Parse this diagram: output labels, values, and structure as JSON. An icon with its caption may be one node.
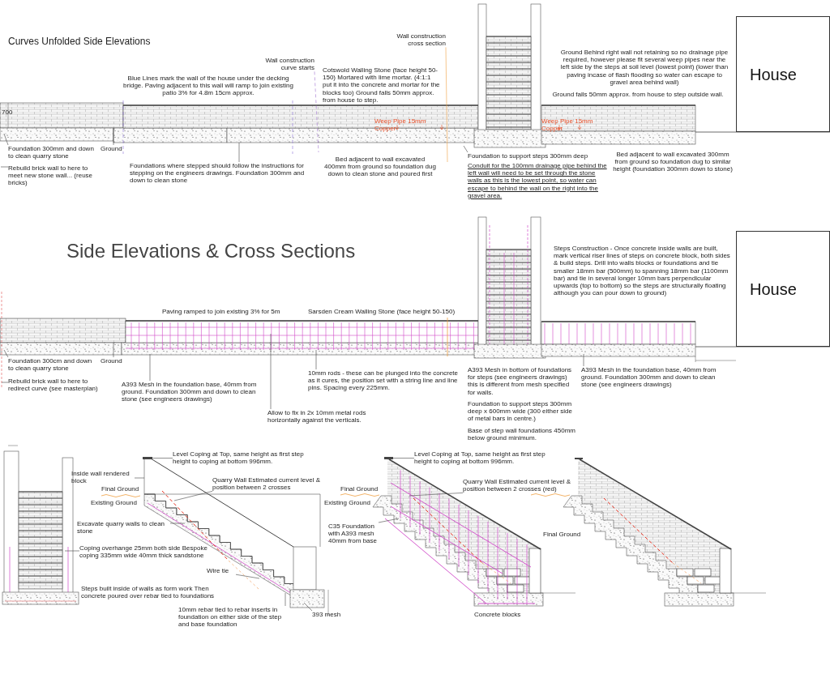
{
  "diagram": {
    "nodes": [
      {
        "text": [
          "House"
        ]
      },
      {
        "text": [
          "House"
        ]
      },
      {
        "text": [
          "Wall construction cross section"
        ]
      },
      {
        "text": [
          "Wall construction curve starts"
        ]
      },
      {
        "text": [
          "Foundation 300mm and down to clean quarry stone"
        ]
      },
      {
        "text": [
          "Ground"
        ]
      },
      {
        "text": [
          "Rebuild brick wall to here to meet new stone wall... (reuse bricks)"
        ]
      },
      {
        "text": [
          "Foundations where stepped should follow the instructions for stepping on the engineers drawings. Foundation 300mm and down to clean stone"
        ]
      },
      {
        "text": [
          "Foundation to support steps 300mm deep"
        ]
      },
      {
        "text": [
          "Foundation 300cm and down to clean quarry stone"
        ]
      },
      {
        "text": [
          "Ground"
        ]
      },
      {
        "text": [
          "Rebuild brick wall to here to redirect curve (see masterplan)"
        ]
      },
      {
        "text": [
          "A393 Mesh in the foundation base, 40mm from ground. Foundation 300mm and down to clean stone (see engineers drawings)"
        ]
      },
      {
        "text": [
          "Allow to fix in 2x 10mm metal rods horizontally against the verticals."
        ]
      },
      {
        "text": [
          "10mm rods - these can be plunged into the concrete as it cures, the position set with a string line and line pins. Spacing every 225mm."
        ]
      },
      {
        "text": [
          "A393 Mesh in the foundation base, 40mm from ground. Foundation 300mm and down to clean stone (see engineers drawings)"
        ]
      },
      {
        "text": [
          "Level Coping at Top, same height as first step height to coping at bottom 996mm."
        ]
      },
      {
        "text": [
          "Inside wall rendered block"
        ]
      },
      {
        "text": [
          "Quarry Wall Estimated current level & position between 2 crosses"
        ]
      },
      {
        "text": [
          "Excavate quarry walls to clean stone"
        ]
      },
      {
        "text": [
          "Coping overhange 25mm both side Bespoke coping 335mm wide 40mm thick sandstone"
        ]
      },
      {
        "text": [
          "Wire tie"
        ]
      },
      {
        "text": [
          "10mm rebar tied to rebar inserts in foundation on either side of the step and base foundation"
        ]
      },
      {
        "text": [
          "393 mesh"
        ]
      },
      {
        "text": [
          "Level Coping at Top, same height as first step height to coping at bottom 996mm."
        ]
      },
      {
        "text": [
          "Quarry Wall Estimated current level & position between 2 crosses (red)"
        ]
      },
      {
        "text": [
          "C35 Foundation with A393 mesh 40mm from base"
        ]
      },
      {
        "text": [],
        "shape": "bar"
      },
      {
        "text": [],
        "shape": "bar"
      }
    ],
    "edges": [
      {
        "from": 2,
        "to": null,
        "arrow": "none",
        "color": "#f0a040"
      },
      {
        "from": 3,
        "to": null,
        "arrow": "none",
        "style": "dashed",
        "color": "#a070d0"
      },
      {
        "from": 4,
        "to": null,
        "arrow": "none"
      },
      {
        "from": 5,
        "to": null,
        "arrow": "none"
      },
      {
        "from": 6,
        "to": null,
        "arrow": "none"
      },
      {
        "from": 7,
        "to": null,
        "arrow": "none"
      },
      {
        "from": 8,
        "to": null,
        "arrow": "none"
      },
      {
        "from": 9,
        "to": null,
        "arrow": "none"
      },
      {
        "from": 10,
        "to": null,
        "arrow": "none"
      },
      {
        "from": 11,
        "to": null,
        "arrow": "none"
      },
      {
        "from": 12,
        "to": null,
        "arrow": "none"
      },
      {
        "from": 13,
        "to": null,
        "arrow": "none"
      },
      {
        "from": 14,
        "to": null,
        "arrow": "none"
      },
      {
        "from": 15,
        "to": null,
        "arrow": "none"
      },
      {
        "from": 16,
        "to": 27,
        "arrow": "none"
      },
      {
        "from": 17,
        "to": null,
        "arrow": "none"
      },
      {
        "from": 18,
        "to": null,
        "arrow": "none"
      },
      {
        "from": 19,
        "to": null,
        "arrow": "none"
      },
      {
        "from": 20,
        "to": null,
        "arrow": "none"
      },
      {
        "from": 21,
        "to": null,
        "arrow": "none"
      },
      {
        "from": 22,
        "to": null,
        "arrow": "none"
      },
      {
        "from": 23,
        "to": null,
        "arrow": "none"
      },
      {
        "from": 24,
        "to": 28,
        "arrow": "none"
      },
      {
        "from": 25,
        "to": null,
        "arrow": "none"
      },
      {
        "from": 26,
        "to": null,
        "arrow": "none"
      }
    ],
    "labels": [
      "Curves Unfolded Side Elevations",
      "Ground Behind right wall not retaining so no drainage pipe required, however please fit several weep pipes near the left side by the steps at soil level (lowest point) (lower than paving incase of flash flooding so water can escape to gravel area behind wall)",
      "Cotswold Walling Stone (face height 50-150) Mortared with lime mortar. (4:1:1 put it into the concrete and mortar for the blocks too) Ground falls 50mm approx. from house to step.",
      "Blue Lines mark the wall of the house under the decking bridge. Paving adjacent to this wall will ramp to join existing patio 3% for 4.8m 15cm approx.",
      "Ground falls 50mm approx. from house to step outside wall.",
      "700",
      "Weep Pipe 15mm Copper",
      "Weep Pipe 15mm Copper",
      "Bed adjacent to wall excavated 400mm from ground so foundation dug down to clean stone and poured first",
      "Bed adjacent to wall excavated 300mm from ground so foundation dug to similar height (foundation 300mm down to stone)",
      "Conduit for the 100mm drainage pipe behind the left wall will need to be set through the stone walls as this is the lowest point, so water can escape to behind the wall on the right into the gravel area.",
      "Side Elevations & Cross Sections",
      "Steps Construction - Once concrete inside walls are built, mark vertical riser lines of steps on concrete block, both sides & build steps. Drill into walls blocks or foundations and tie smaller 18mm bar (500mm) to spanning 18mm bar (1100mm bar) and tie in several longer 10mm bars perpendicular upwards (top to bottom) so the steps are structurally floating although you can pour down to ground)",
      "Paving ramped to join existing 3% for 5m",
      "Sarsden Cream Walling Stone (face height 50-150)",
      "A393 Mesh in bottom of foundations for steps (see engineers drawings) this is different from mesh specified for walls.",
      "Foundation to support steps 300mm deep x 600mm wide (300 either side of metal bars in centre.)",
      "Base of step wall foundations 450mm below ground minimum.",
      "Final Ground",
      "Final Ground",
      "Existing Ground",
      "Existing Ground",
      "Final Ground",
      "Steps built inside of walls as form work Then concrete poured over rebar tied to foundations",
      "Concrete blocks"
    ]
  }
}
